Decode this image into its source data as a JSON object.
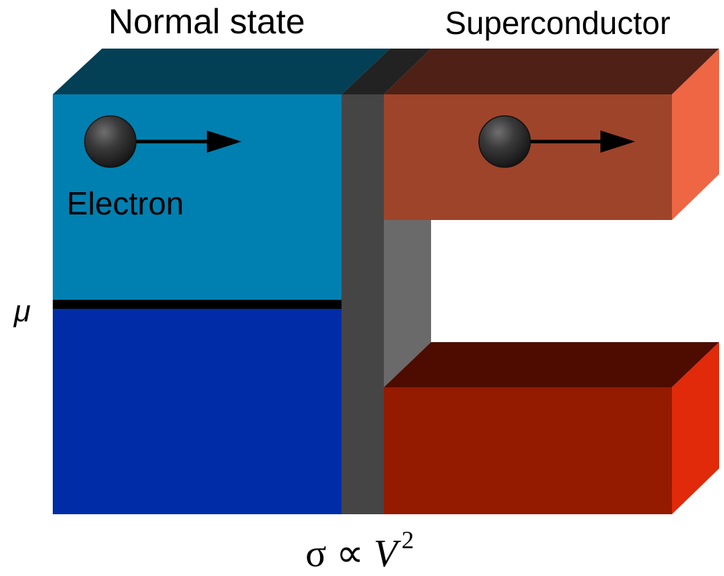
{
  "diagram": {
    "labels": {
      "normal_state": "Normal state",
      "superconductor": "Superconductor",
      "electron": "Electron",
      "chemical_potential": "μ"
    },
    "formula": {
      "sigma": "σ",
      "proportional": "∝",
      "variable": "V",
      "exponent": "2"
    }
  },
  "colors": {
    "normal_upper": "#0080B0",
    "normal_lower": "#002CA8",
    "normal_top": "#033F55",
    "barrier_front": "#454545",
    "barrier_top": "#222222",
    "barrier_gap_wall": "#6A6A6A",
    "super_upper_front": "#9E442B",
    "super_upper_top": "#4F2016",
    "super_upper_side": "#EE6644",
    "super_lower_front": "#941A00",
    "super_lower_top": "#4E0C00",
    "super_lower_side": "#E02A0A",
    "electron": "#2E2E2E",
    "fermi_line": "#000000"
  }
}
